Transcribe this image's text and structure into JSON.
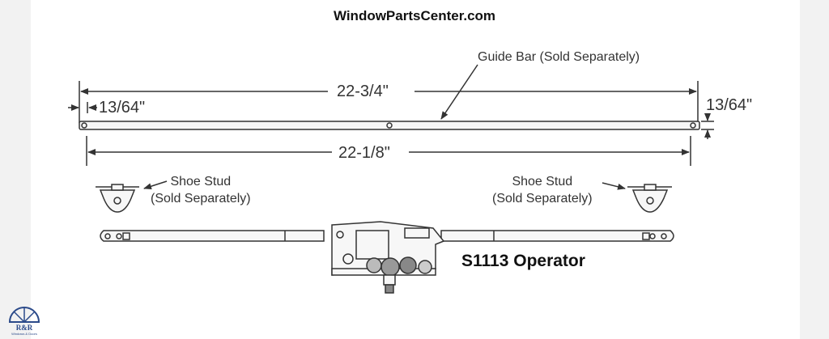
{
  "site": {
    "title": "WindowParts­Center.com"
  },
  "diagram": {
    "guide_bar_label": "Guide Bar (Sold Separately)",
    "dimensions": {
      "overall_length": "22-3/4\"",
      "end_offset": "13/64\"",
      "bar_height": "13/64\"",
      "hole_spacing": "22-1/8\""
    },
    "shoe_stud_left": {
      "line1": "Shoe Stud",
      "line2": "(Sold Separately)"
    },
    "shoe_stud_right": {
      "line1": "Shoe Stud",
      "line2": "(Sold Separately)"
    },
    "product_label": "S1113 Operator"
  },
  "logo": {
    "line1": "R&R",
    "line2": "Windows & Doors"
  },
  "colors": {
    "line": "#333333",
    "fill": "#f7f7f7",
    "logo": "#2b4a8a"
  }
}
